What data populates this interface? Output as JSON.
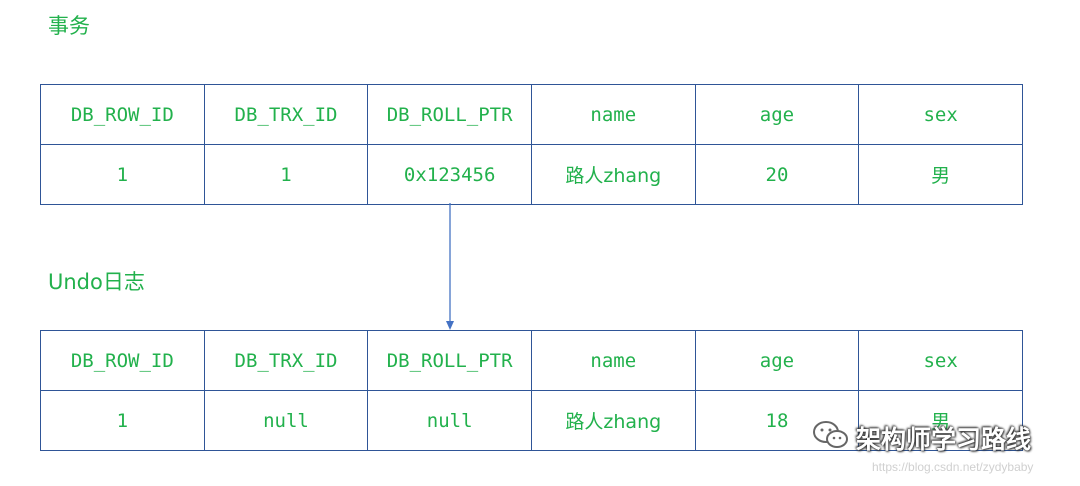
{
  "headings": {
    "transaction": "事务",
    "undo_log": "Undo日志"
  },
  "columns": [
    "DB_ROW_ID",
    "DB_TRX_ID",
    "DB_ROLL_PTR",
    "name",
    "age",
    "sex"
  ],
  "transaction_row": [
    "1",
    "1",
    "0x123456",
    "路人zhang",
    "20",
    "男"
  ],
  "undo_row": [
    "1",
    "null",
    "null",
    "路人zhang",
    "18",
    "男"
  ],
  "watermark": {
    "text": "架构师学习路线",
    "url": "https://blog.csdn.net/zydybaby",
    "icon": "wechat-icon"
  },
  "colors": {
    "text": "#22b14c",
    "border": "#2f5597",
    "arrow": "#4472c4"
  }
}
